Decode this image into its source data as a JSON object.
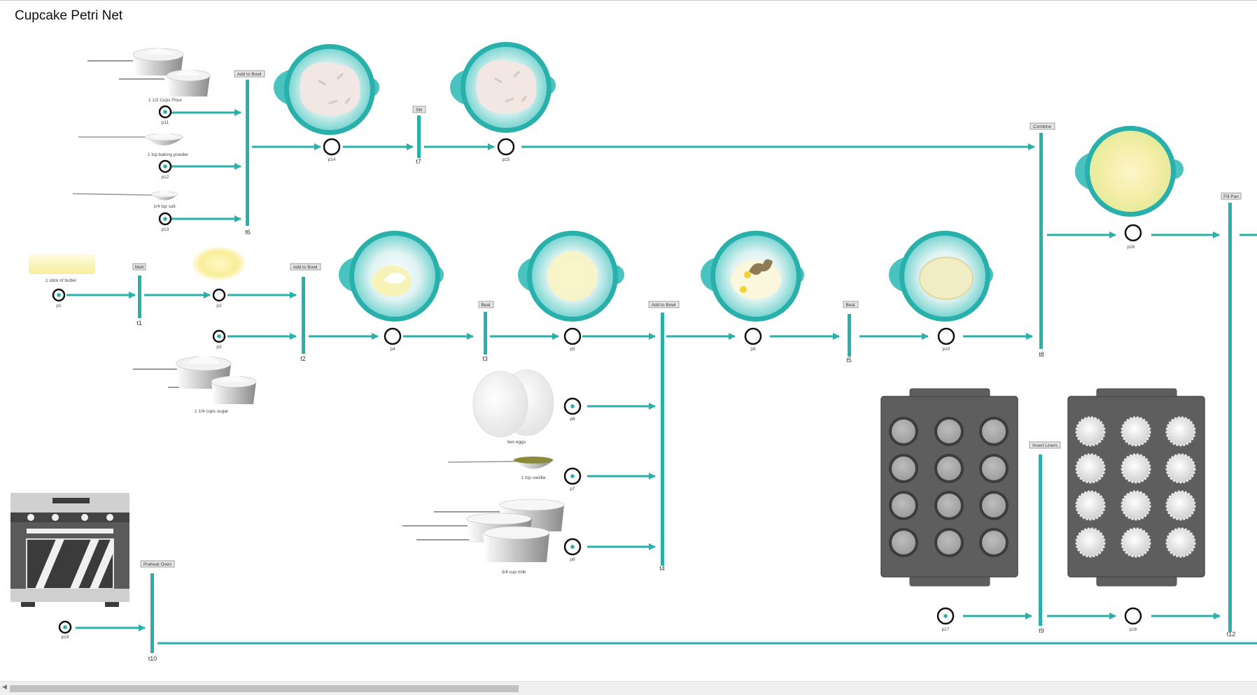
{
  "title": "Cupcake Petri Net",
  "colors": {
    "accent": "#2ab0ab",
    "bowl": "#48c3c0",
    "pan": "#5e5e5e"
  },
  "places": {
    "p1": {
      "label": "p1",
      "caption": "1 stick of butter",
      "token": true
    },
    "p2": {
      "label": "p2",
      "token": false
    },
    "p3": {
      "label": "p3",
      "caption": "1 1/4 cups sugar",
      "token": true
    },
    "p4": {
      "label": "p4",
      "token": false
    },
    "p5": {
      "label": "p5",
      "token": false
    },
    "p6": {
      "label": "p6",
      "caption": "two eggs",
      "token": true
    },
    "p7": {
      "label": "p7",
      "caption": "1 tsp vanilla",
      "token": true
    },
    "p8": {
      "label": "p8",
      "caption": "3/4 cup milk",
      "token": true
    },
    "p9": {
      "label": "p9",
      "token": false
    },
    "p10": {
      "label": "p10",
      "token": false
    },
    "p11": {
      "label": "p11",
      "caption": "1 1/2 Cups Flour",
      "token": true
    },
    "p12": {
      "label": "p12",
      "caption": "1 tsp baking powder",
      "token": true
    },
    "p13": {
      "label": "p13",
      "caption": "1/4 tsp salt",
      "token": true
    },
    "p14": {
      "label": "p14",
      "token": false
    },
    "p15": {
      "label": "p15",
      "token": false
    },
    "p16": {
      "label": "p16",
      "token": false
    },
    "p17": {
      "label": "p17",
      "token": false
    },
    "p18": {
      "label": "p18",
      "token": false
    },
    "p19": {
      "label": "p19",
      "token": true
    }
  },
  "transitions": {
    "t1": {
      "label": "t1",
      "button": "Melt"
    },
    "t2": {
      "label": "t2",
      "button": "Add to Bowl"
    },
    "t3": {
      "label": "t3",
      "button": "Beat"
    },
    "t4": {
      "label": "t4",
      "button": "Add to Bowl"
    },
    "t5": {
      "label": "t5",
      "button": "Beat"
    },
    "t6": {
      "label": "t6",
      "button": "Add to Bowl"
    },
    "t7": {
      "label": "t7",
      "button": "Stir"
    },
    "t8": {
      "label": "t8",
      "button": "Combine"
    },
    "t9": {
      "label": "t9",
      "button": "Insert Liners"
    },
    "t10": {
      "label": "t10",
      "button": "Preheat Oven"
    },
    "t12": {
      "label": "t12",
      "button": "Fill Pan"
    }
  },
  "icons": {
    "bowls": [
      "flour-bowl-icon",
      "flour-bowl-icon",
      "butter-sugar-bowl-icon",
      "creamed-bowl-icon",
      "egg-bowl-icon",
      "batter-bowl-icon",
      "combined-bowl-icon"
    ],
    "other": [
      "flour-cups-icon",
      "baking-powder-spoon-icon",
      "salt-spoon-icon",
      "butter-stick-icon",
      "melted-butter-icon",
      "sugar-cups-icon",
      "eggs-icon",
      "vanilla-spoon-icon",
      "milk-cups-icon",
      "oven-icon",
      "empty-muffin-pan-icon",
      "lined-muffin-pan-icon"
    ]
  }
}
